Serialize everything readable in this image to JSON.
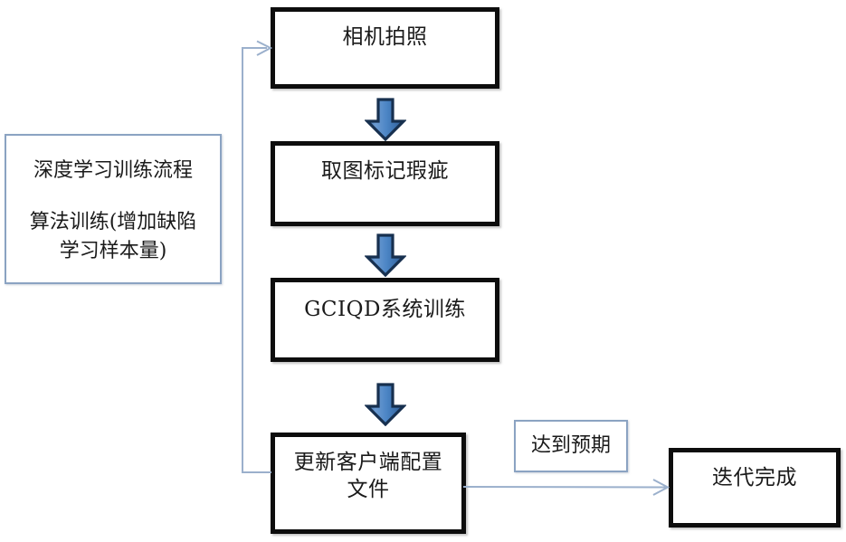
{
  "diagram": {
    "title_note": {
      "name": "deep-learning-training-note",
      "lines": "深度学习训练流程\n\n算法训练(增加缺陷\n学习样本量)",
      "line_1": "深度学习训练流程",
      "line_2": "算法训练(增加缺陷",
      "line_3": "学习样本量)",
      "border_color": "#8ba3c2"
    },
    "steps": [
      {
        "id": "camera-capture",
        "label": "相机拍照"
      },
      {
        "id": "image-defect-marking",
        "label": "取图标记瑕疵"
      },
      {
        "id": "gciqd-system-training",
        "label": "GCIQD系统训练"
      },
      {
        "id": "update-client-config",
        "label": "更新客户端配置\n文件"
      },
      {
        "id": "iteration-complete",
        "label": "迭代完成"
      }
    ],
    "condition_label": {
      "id": "expectation-met",
      "label": "达到预期"
    },
    "arrows": {
      "block_arrow_fill": "#4a84c4",
      "block_arrow_outline": "#1f3864",
      "line_color": "#9bb0cc",
      "down_arrow_count": 3,
      "feedback_loop": "update-client-config → camera-capture",
      "forward_arrow": "update-client-config → iteration-complete"
    },
    "colors": {
      "box_border": "#0d0d0d",
      "note_border": "#8ba3c2",
      "text": "#1a1a1a",
      "background": "#ffffff"
    }
  }
}
